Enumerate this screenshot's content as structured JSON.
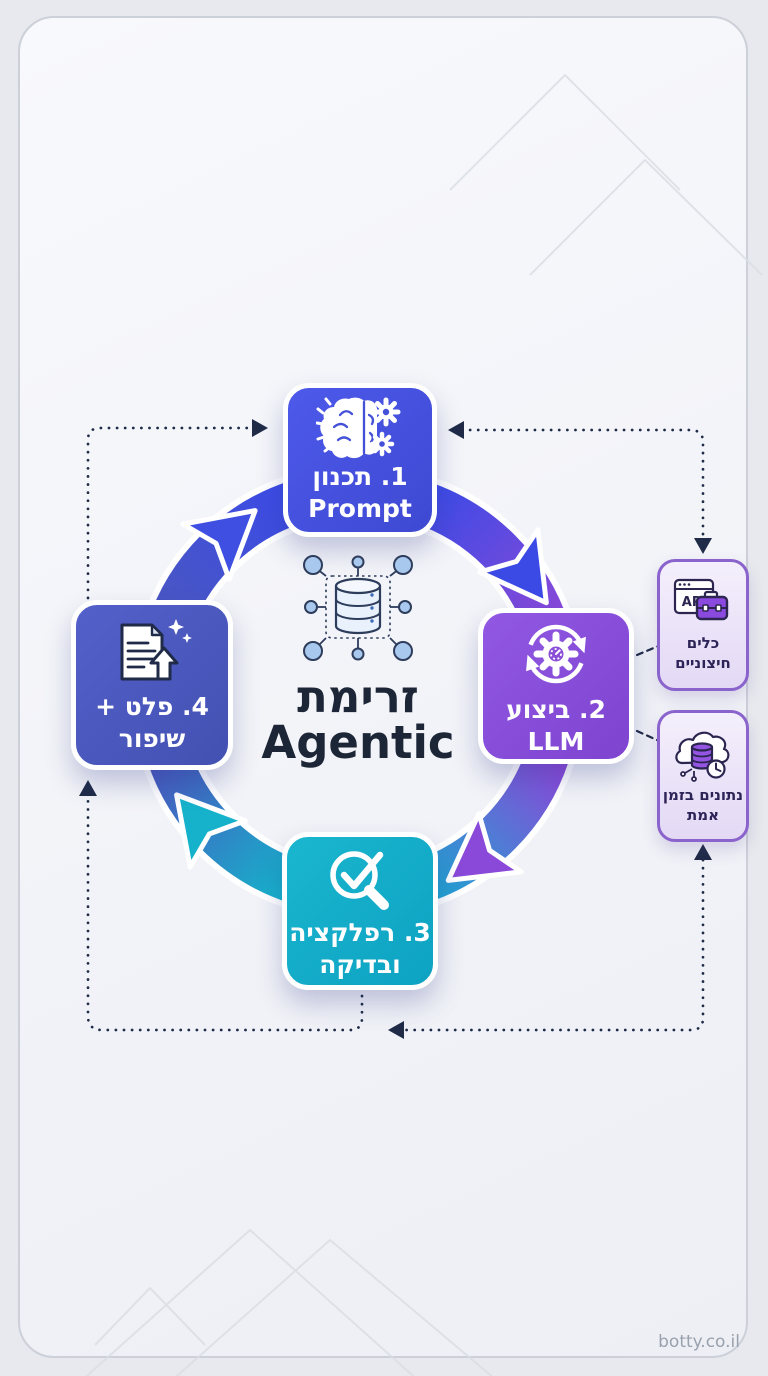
{
  "title": {
    "hebrew": "זרימת",
    "english": "Agentic"
  },
  "watermark": "botty.co.il",
  "steps": [
    {
      "label_top": "1. תכנון",
      "label_bottom": "Prompt",
      "icon": "brain-gears-icon",
      "color": "#4553dd"
    },
    {
      "label_top": "2. ביצוע",
      "label_bottom": "LLM",
      "icon": "gear-sync-icon",
      "color": "#8b4fd8"
    },
    {
      "label_top": "3. רפלקציה",
      "label_bottom": "ובדיקה",
      "icon": "magnifier-check-icon",
      "color": "#14aec8"
    },
    {
      "label_top": "4. פלט +",
      "label_bottom": "שיפור",
      "icon": "document-improve-icon",
      "color": "#4a57bb"
    }
  ],
  "side_boxes": [
    {
      "label_top": "כלים",
      "label_bottom": "חיצוניים",
      "icon": "api-briefcase-icon",
      "icon_text": "API"
    },
    {
      "label_top": "נתונים בזמן",
      "label_bottom": "אמת",
      "icon": "cloud-database-clock-icon"
    }
  ],
  "center_icon": "database-network-icon",
  "colors": {
    "step1_blue": "#4553dd",
    "step2_purple": "#8b4fd8",
    "step3_teal": "#14aec8",
    "step4_indigo": "#4a57bb",
    "connector_navy": "#1f2b47",
    "side_border_purple": "#8a63cc",
    "title_navy": "#1d2637",
    "panel_background": "#f2f3f8"
  }
}
